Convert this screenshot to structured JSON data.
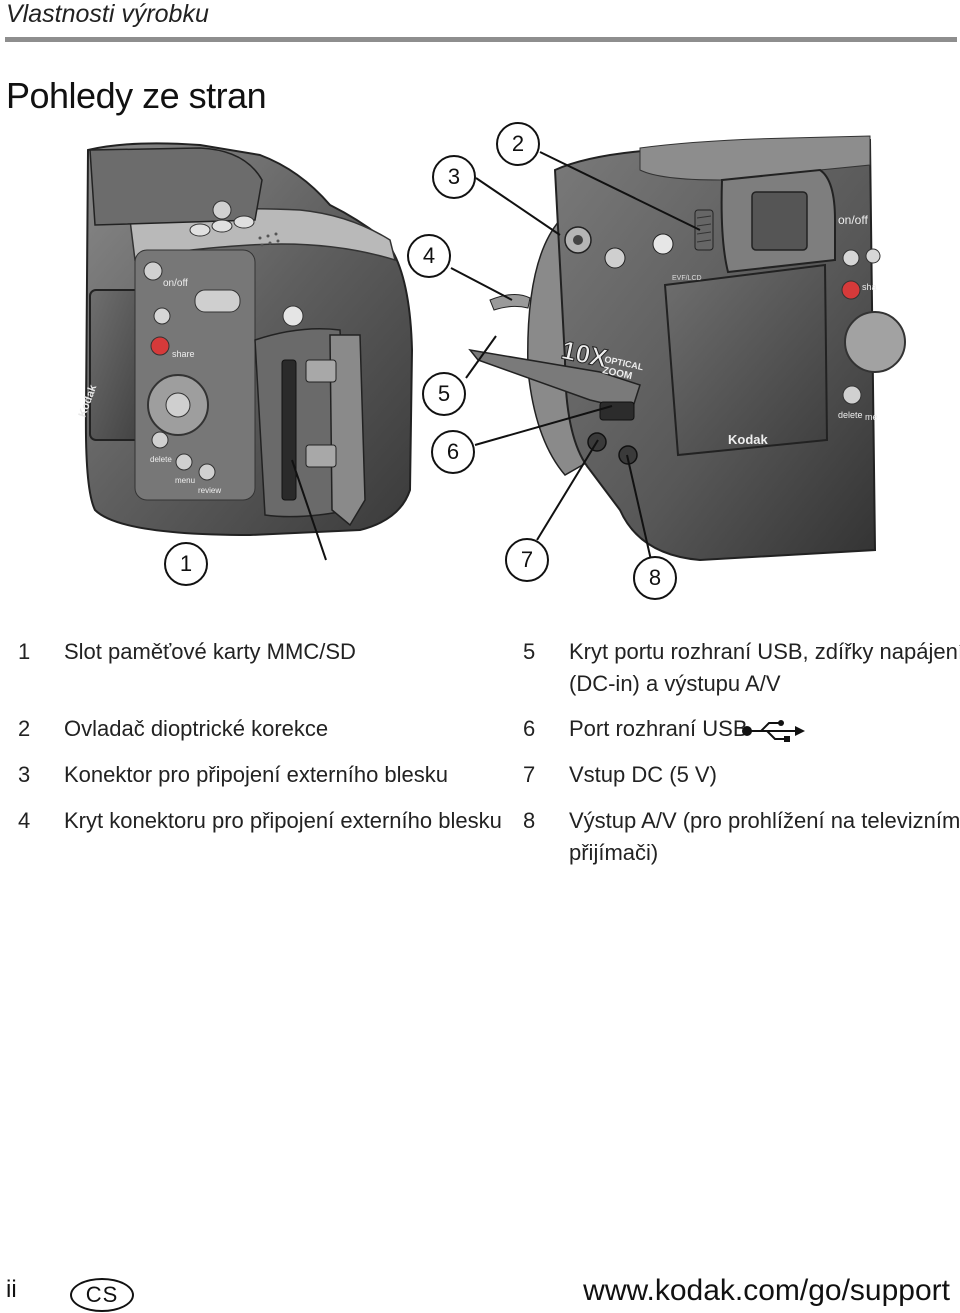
{
  "header": {
    "title": "Vlastnosti výrobku"
  },
  "section": {
    "title": "Pohledy ze stran"
  },
  "callouts": [
    "1",
    "2",
    "3",
    "4",
    "5",
    "6",
    "7",
    "8"
  ],
  "camera_labels": {
    "left": {
      "onoff": "on/off",
      "share": "share",
      "delete": "delete",
      "menu": "menu",
      "review": "review",
      "brand": "Kodak"
    },
    "right": {
      "onoff": "on/off",
      "delete": "delete",
      "brand": "Kodak",
      "zoom_big": "10X",
      "zoom_small_1": "OPTICAL",
      "zoom_small_2": "ZOOM",
      "evf": "EVF/LCD",
      "share": "sha",
      "menu": "me"
    }
  },
  "legend": [
    {
      "num": "1",
      "text": "Slot paměťové karty MMC/SD"
    },
    {
      "num": "2",
      "text": "Ovladač dioptrické korekce"
    },
    {
      "num": "3",
      "text": "Konektor pro připojení externího blesku"
    },
    {
      "num": "4",
      "text": "Kryt konektoru pro připojení externího blesku"
    },
    {
      "num": "5",
      "text": "Kryt portu rozhraní USB, zdířky napájení",
      "text2": "(DC-in) a výstupu A/V"
    },
    {
      "num": "6",
      "text": "Port rozhraní USB"
    },
    {
      "num": "7",
      "text": "Vstup DC (5 V)"
    },
    {
      "num": "8",
      "text": "Výstup A/V (pro prohlížení na televizním",
      "text2": "přijímači)"
    }
  ],
  "footer": {
    "page": "ii",
    "lang": "CS",
    "url": "www.kodak.com/go/support"
  }
}
